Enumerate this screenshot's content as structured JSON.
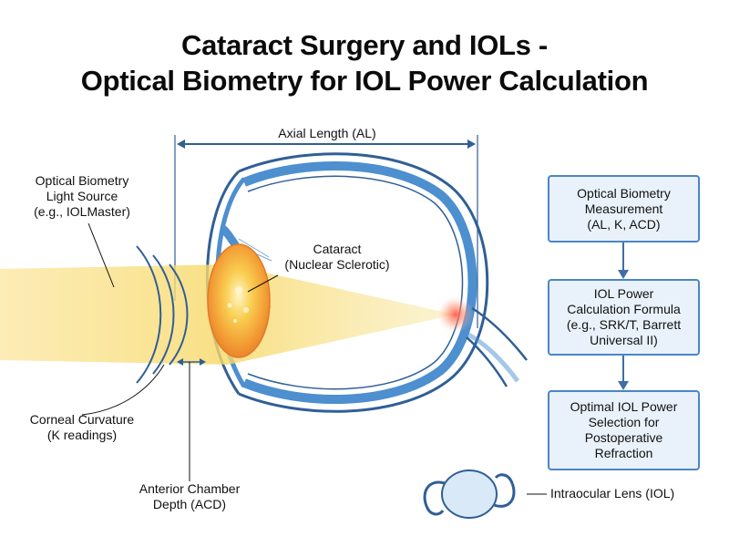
{
  "title": {
    "line1": "Cataract Surgery and IOLs -",
    "line2": "Optical Biometry for IOL Power Calculation"
  },
  "labels": {
    "axial_length": "Axial Length (AL)",
    "light_source": [
      "Optical Biometry",
      "Light Source",
      "(e.g., IOLMaster)"
    ],
    "cataract": [
      "Cataract",
      "(Nuclear Sclerotic)"
    ],
    "corneal_curvature": [
      "Corneal Curvature",
      "(K readings)"
    ],
    "acd": [
      "Anterior Chamber",
      "Depth (ACD)"
    ],
    "iol": "Intraocular Lens (IOL)"
  },
  "flow": [
    {
      "lines": [
        "Optical Biometry",
        "Measurement",
        "(AL, K, ACD)"
      ]
    },
    {
      "lines": [
        "IOL Power",
        "Calculation Formula",
        "(e.g., SRK/T, Barrett",
        "Universal II)"
      ]
    },
    {
      "lines": [
        "Optimal IOL Power",
        "Selection for",
        "Postoperative",
        "Refraction"
      ]
    }
  ],
  "colors": {
    "outline": "#2f5f96",
    "sclera_blue": "#4d8fcf",
    "light_beam": "#f5d66a",
    "lens_orange": "#f2a53a",
    "box_fill": "#e9f2fb",
    "box_border": "#4a86c5"
  }
}
